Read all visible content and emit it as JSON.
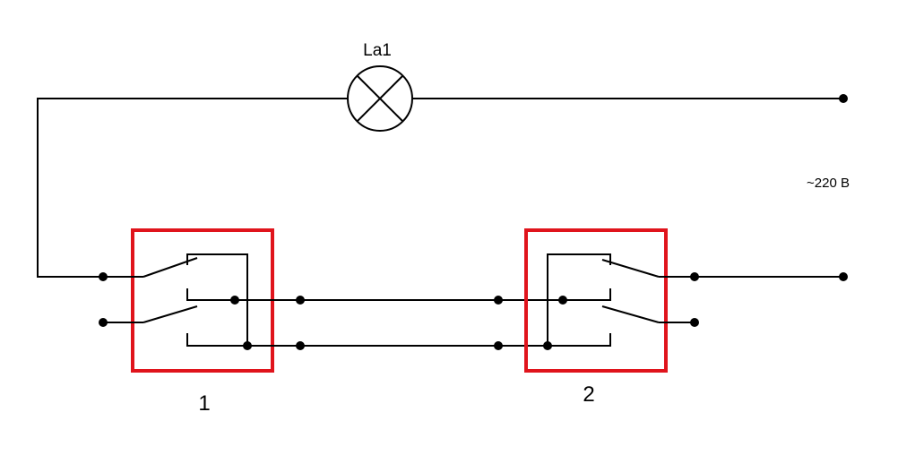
{
  "diagram": {
    "lamp": {
      "label": "La1",
      "icon": "lamp-cross-icon"
    },
    "supply": {
      "label": "~220 В"
    },
    "switch_1": {
      "label": "1"
    },
    "switch_2": {
      "label": "2"
    },
    "colors": {
      "wire": "#000000",
      "switch_frame": "#e0141c",
      "background": "#ffffff"
    }
  }
}
